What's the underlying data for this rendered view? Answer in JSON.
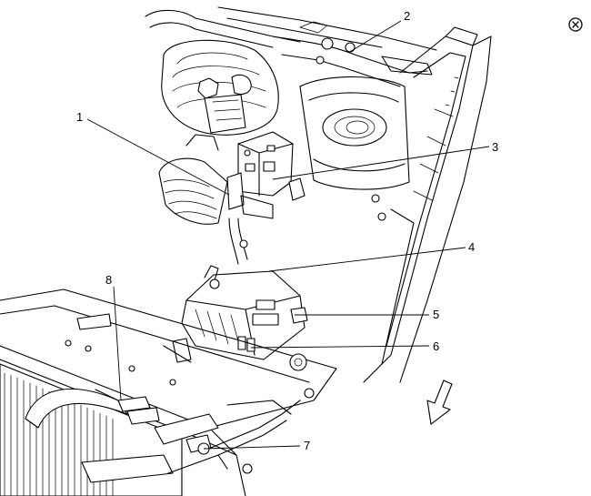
{
  "figure": {
    "icons": {
      "corner": "close-circle-icon",
      "direction": "front-direction-arrow-icon"
    },
    "callouts": [
      {
        "id": "1",
        "label": "1"
      },
      {
        "id": "2",
        "label": "2"
      },
      {
        "id": "3",
        "label": "3"
      },
      {
        "id": "4",
        "label": "4"
      },
      {
        "id": "5",
        "label": "5"
      },
      {
        "id": "6",
        "label": "6"
      },
      {
        "id": "7",
        "label": "7"
      },
      {
        "id": "8",
        "label": "8"
      }
    ]
  }
}
